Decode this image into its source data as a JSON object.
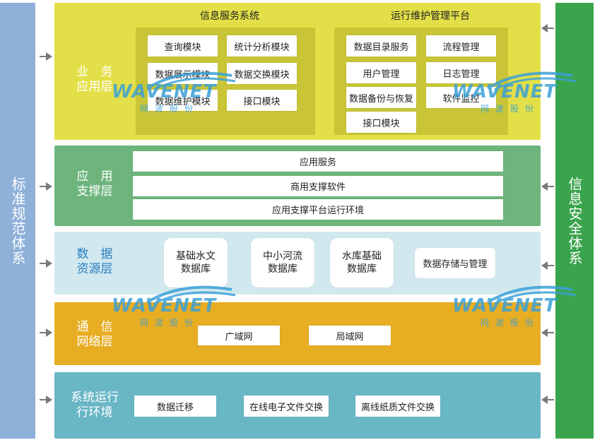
{
  "left_bar": {
    "label": "标准规范体系"
  },
  "right_bar": {
    "label": "信息安全体系"
  },
  "layers": {
    "business": {
      "label": "业　务\n应用层",
      "info_system": {
        "title": "信息服务系统",
        "modules": [
          "查询模块",
          "统计分析模块",
          "数据展示模块",
          "数据交换模块",
          "数据维护模块",
          "接口模块"
        ]
      },
      "ops_platform": {
        "title": "运行维护管理平台",
        "modules": [
          "数据目录服务",
          "流程管理",
          "用户管理",
          "日志管理",
          "数据备份与恢复",
          "软件监控",
          "接口模块"
        ]
      }
    },
    "support": {
      "label": "应　用\n支撑层",
      "items": [
        "应用服务",
        "商用支撑软件",
        "应用支撑平台运行环境"
      ]
    },
    "data": {
      "label": "数　据\n资源层",
      "items": [
        "基础水文\n数据库",
        "中小河流\n数据库",
        "水库基础\n数据库",
        "数据存储与管理"
      ]
    },
    "comm": {
      "label": "通　信\n网络层",
      "items": [
        "广域网",
        "局域网"
      ]
    },
    "runtime": {
      "label": "系统运行\n行环境",
      "items": [
        "数据迁移",
        "在线电子文件交换",
        "离线纸质文件交换"
      ]
    }
  },
  "watermark": {
    "brand": "WAVENET",
    "sub": "网波股份"
  },
  "colors": {
    "business": "#e3df48",
    "support": "#6db57c",
    "data": "#d1e8ef",
    "comm": "#e7ad23",
    "runtime": "#69b6c5",
    "left_bar": "#8eb0d9",
    "right_bar": "#3aa44c"
  }
}
